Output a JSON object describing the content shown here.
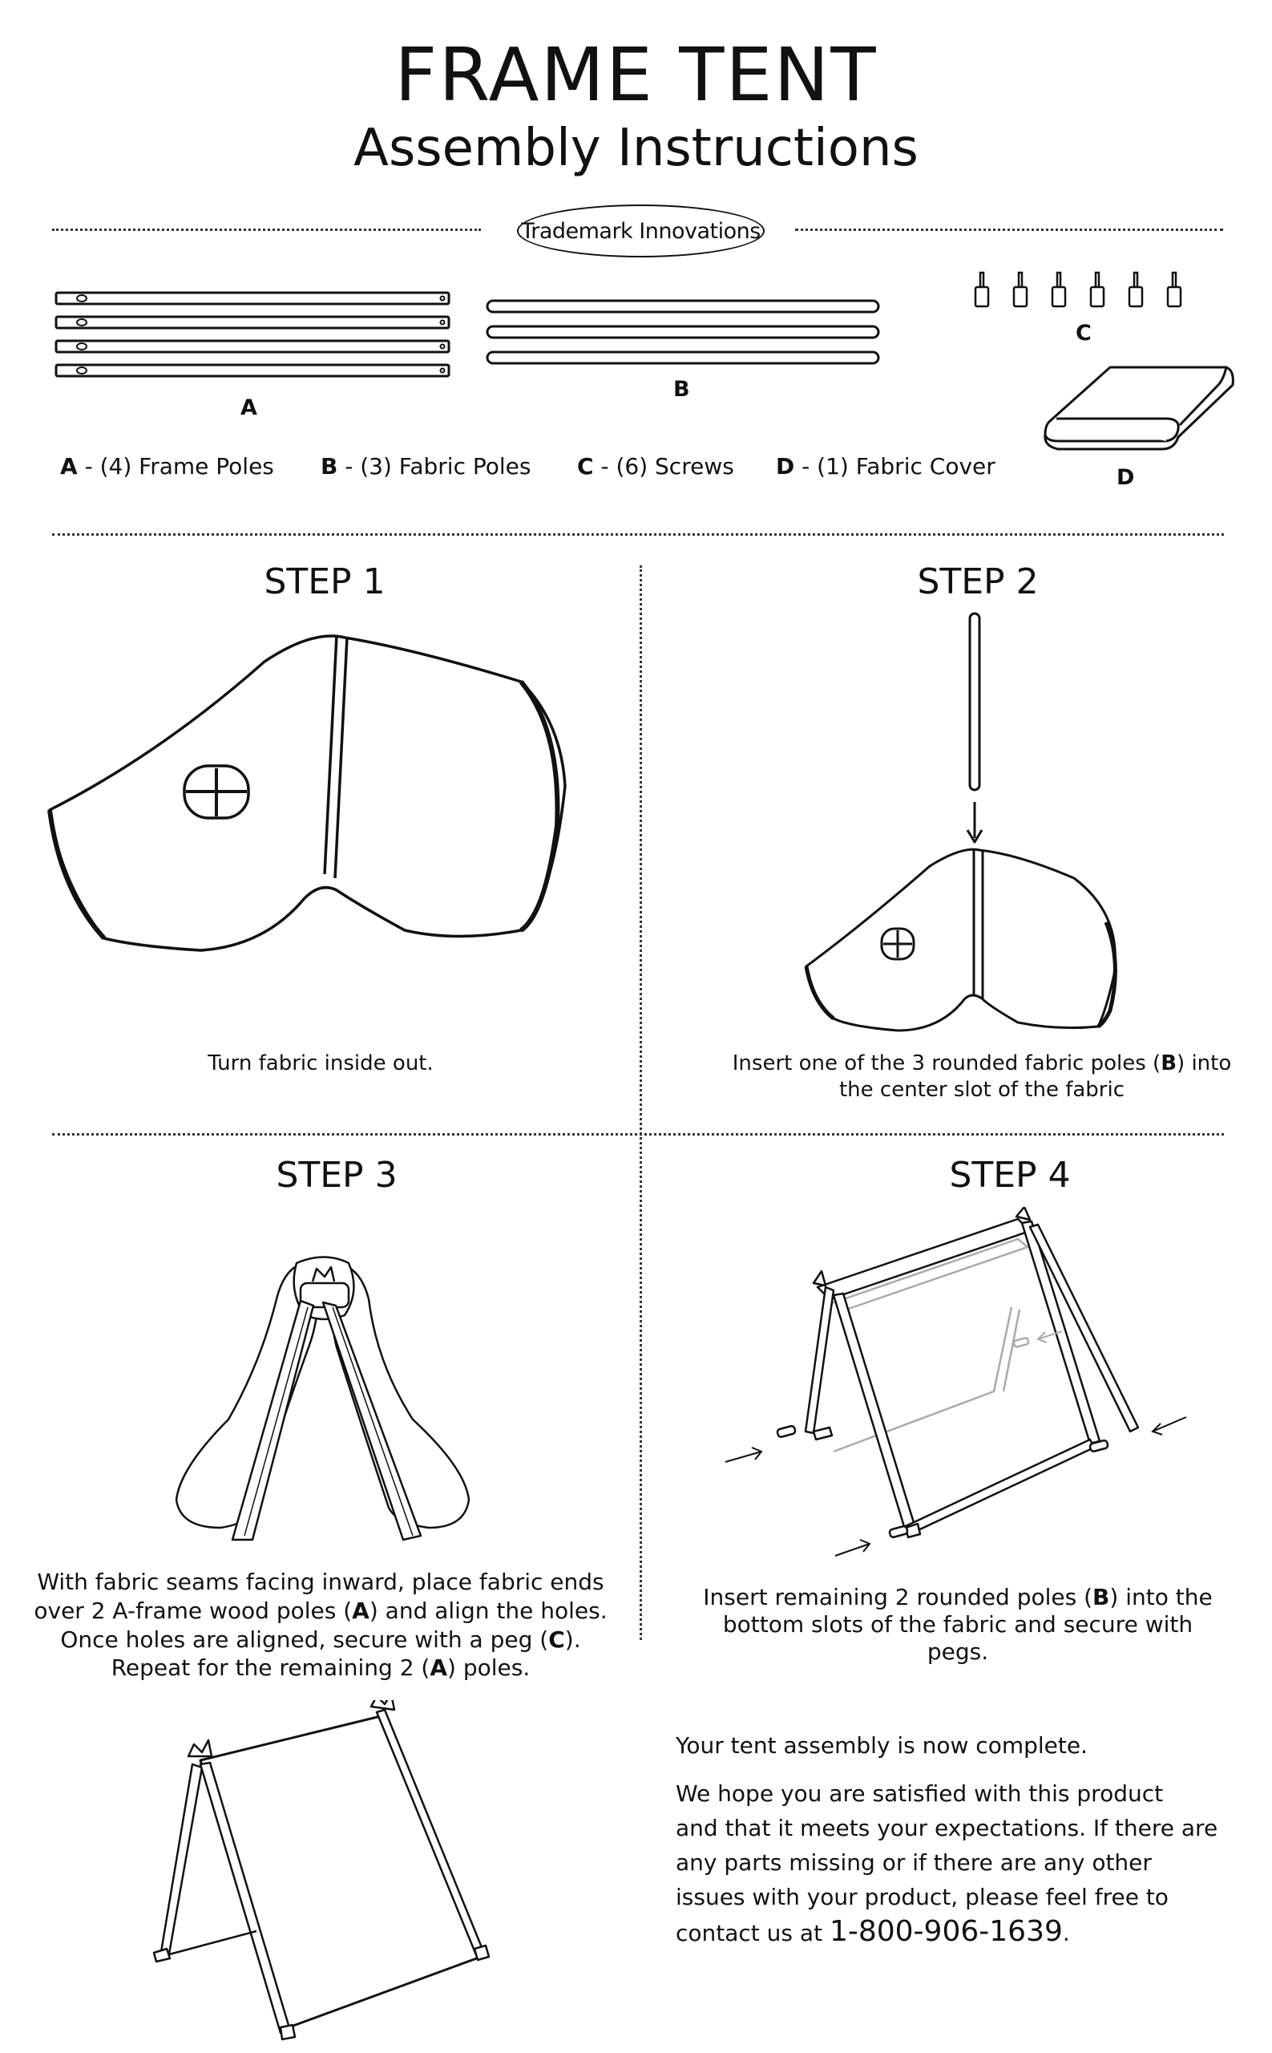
{
  "header": {
    "title": "FRAME TENT",
    "subtitle": "Assembly Instructions",
    "brand": "Trademark Innovations"
  },
  "parts": {
    "labels": {
      "a": "A",
      "b": "B",
      "c": "C",
      "d": "D"
    },
    "legend": [
      {
        "letter": "A",
        "text": " - (4) Frame Poles"
      },
      {
        "letter": "B",
        "text": " - (3) Fabric Poles"
      },
      {
        "letter": "C",
        "text": " - (6) Screws"
      },
      {
        "letter": "D",
        "text": " - (1) Fabric Cover"
      }
    ]
  },
  "steps": [
    {
      "title": "STEP 1",
      "caption": "Turn fabric inside out."
    },
    {
      "title": "STEP 2",
      "caption_pre": "Insert one of the 3 rounded fabric poles (",
      "caption_bold": "B",
      "caption_post": ") into",
      "caption_line2": "the center slot of the fabric"
    },
    {
      "title": "STEP 3",
      "line1": "With fabric seams facing inward, place fabric ends",
      "line2_pre": "over 2 A-frame wood poles (",
      "line2_bold": "A",
      "line2_post": ") and align the holes.",
      "line3_pre": "Once holes are aligned, secure with a peg (",
      "line3_bold": "C",
      "line3_post": ").",
      "line4_pre": "Repeat for the remaining 2 (",
      "line4_bold": "A",
      "line4_post": ") poles."
    },
    {
      "title": "STEP 4",
      "line1_pre": "Insert remaining 2 rounded poles (",
      "line1_bold": "B",
      "line1_post": ") into the",
      "line2": "bottom slots of the fabric and secure with",
      "line3": "pegs."
    }
  ],
  "completion": {
    "line1": "Your tent assembly is now complete.",
    "p1": "We hope you are satisfied with this product",
    "p2": "and that it meets your expectations. If there are",
    "p3": "any parts missing or if there are any other",
    "p4": "issues with your product, please feel free to",
    "p5_pre": "contact us at ",
    "phone": "1-800-906-1639",
    "p5_post": "."
  }
}
